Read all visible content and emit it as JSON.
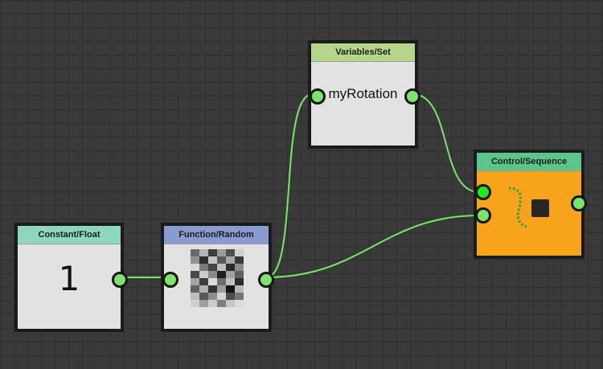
{
  "graph": {
    "nodes": {
      "constant_float": {
        "title": "Constant/Float",
        "value": "1",
        "header_color": "#8dd8bb"
      },
      "function_random": {
        "title": "Function/Random",
        "header_color": "#8a9bd2",
        "preview_icon": "noise-texture-icon"
      },
      "variables_set": {
        "title": "Variables/Set",
        "value": "myRotation",
        "header_color": "#b5d68a"
      },
      "control_sequence": {
        "title": "Control/Sequence",
        "header_color": "#5bc58b",
        "body_color": "#f7a31b",
        "icon": "sequence-icon"
      }
    },
    "colors": {
      "canvas_background": "#3a3a3a",
      "grid_line": "#2e2e2e",
      "wire": "#7be56b",
      "port": "#7be56b",
      "port_active": "#22e81e",
      "node_border": "#1b1b1b",
      "node_body": "#e2e2e2"
    }
  }
}
